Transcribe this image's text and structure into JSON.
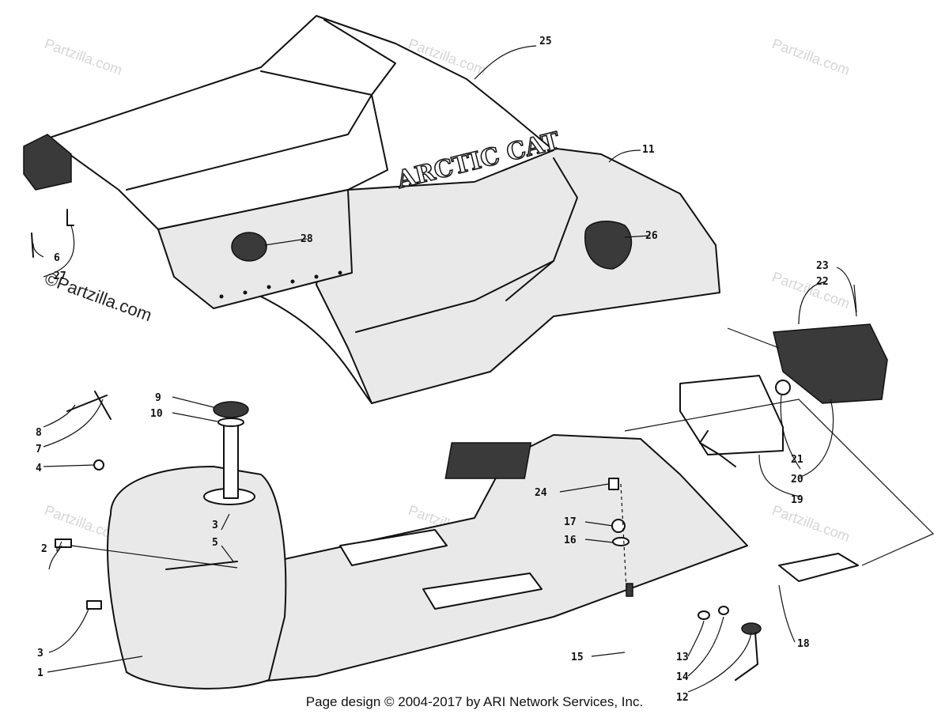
{
  "watermark": {
    "symbol": "©",
    "text": "Partzilla.com",
    "prominent_text": "©Partzilla.com"
  },
  "brand_logo": "ARCTIC CAT",
  "footer": "Page design © 2004-2017 by ARI Network Services, Inc.",
  "parts": [
    {
      "id": "p1",
      "label": "1"
    },
    {
      "id": "p2",
      "label": "2"
    },
    {
      "id": "p3a",
      "label": "3"
    },
    {
      "id": "p3b",
      "label": "3"
    },
    {
      "id": "p4",
      "label": "4"
    },
    {
      "id": "p5",
      "label": "5"
    },
    {
      "id": "p6",
      "label": "6"
    },
    {
      "id": "p7",
      "label": "7"
    },
    {
      "id": "p8",
      "label": "8"
    },
    {
      "id": "p9",
      "label": "9"
    },
    {
      "id": "p10",
      "label": "10"
    },
    {
      "id": "p11",
      "label": "11"
    },
    {
      "id": "p12",
      "label": "12"
    },
    {
      "id": "p13",
      "label": "13"
    },
    {
      "id": "p14",
      "label": "14"
    },
    {
      "id": "p15",
      "label": "15"
    },
    {
      "id": "p16",
      "label": "16"
    },
    {
      "id": "p17",
      "label": "17"
    },
    {
      "id": "p18",
      "label": "18"
    },
    {
      "id": "p19",
      "label": "19"
    },
    {
      "id": "p20",
      "label": "20"
    },
    {
      "id": "p21",
      "label": "21"
    },
    {
      "id": "p22",
      "label": "22"
    },
    {
      "id": "p23",
      "label": "23"
    },
    {
      "id": "p24",
      "label": "24"
    },
    {
      "id": "p25",
      "label": "25"
    },
    {
      "id": "p26",
      "label": "26"
    },
    {
      "id": "p27",
      "label": "27"
    },
    {
      "id": "p28",
      "label": "28"
    }
  ]
}
